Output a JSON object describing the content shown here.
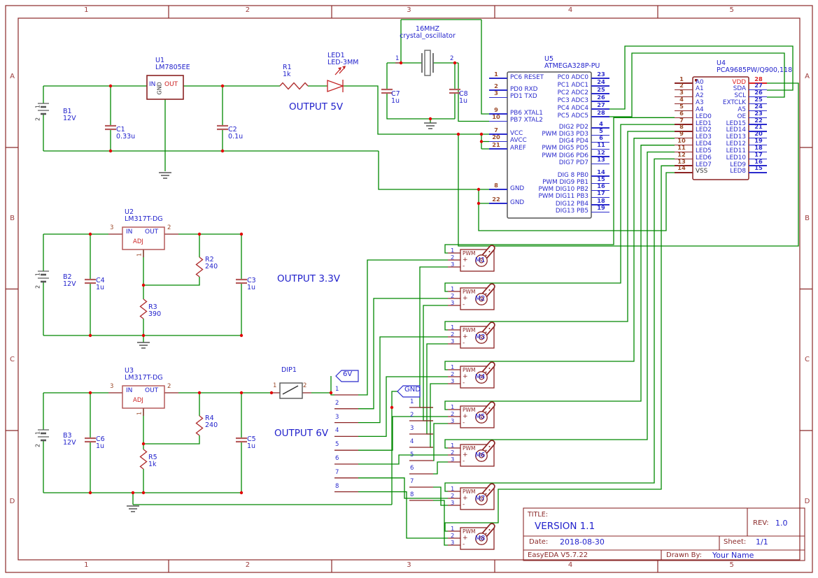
{
  "colors": {
    "wire": "#008800",
    "outline": "#8b2323",
    "label_blue": "#2222cc",
    "frame": "#8b2a2a",
    "junction": "#e00000",
    "pin_red": "#dd2222"
  },
  "border": {
    "cols": [
      "1",
      "2",
      "3",
      "4",
      "5"
    ],
    "rows": [
      "A",
      "B",
      "C",
      "D"
    ]
  },
  "reg5": {
    "ref": "U1",
    "part": "LM7805EE",
    "pin_in": "IN",
    "pin_gnd": "GND",
    "pin_out": "OUT",
    "output_label": "OUTPUT 5V",
    "bat": {
      "ref": "B1",
      "val": "12V",
      "p1": "1",
      "p2": "2"
    },
    "cin": {
      "ref": "C1",
      "val": "0.33u"
    },
    "cout": {
      "ref": "C2",
      "val": "0.1u"
    },
    "res": {
      "ref": "R1",
      "val": "1k"
    },
    "led": {
      "ref": "LED1",
      "val": "LED-3MM"
    }
  },
  "xtal": {
    "freq": "16MHZ",
    "name": "crystal_oscillator",
    "p1": "1",
    "p2": "2",
    "c1": {
      "ref": "C7",
      "val": "1u"
    },
    "c2": {
      "ref": "C8",
      "val": "1u"
    }
  },
  "u5": {
    "ref": "U5",
    "part": "ATMEGA328P-PU",
    "lg1": [
      {
        "n": "1",
        "l": "PC6 RESET"
      }
    ],
    "lg2": [
      {
        "n": "2",
        "l": "PD0 RXD"
      },
      {
        "n": "3",
        "l": "PD1 TXD"
      }
    ],
    "lg3": [
      {
        "n": "9",
        "l": "PB6 XTAL1"
      },
      {
        "n": "10",
        "l": "PB7 XTAL2"
      }
    ],
    "lg4": [
      {
        "n": "7",
        "l": "VCC"
      },
      {
        "n": "20",
        "l": "AVCC"
      },
      {
        "n": "21",
        "l": "AREF"
      }
    ],
    "lg5": [
      {
        "n": "8",
        "l": "GND"
      }
    ],
    "lg6": [
      {
        "n": "22",
        "l": "GND"
      }
    ],
    "rg1": [
      {
        "l": "PC0 ADC0",
        "n": "23"
      },
      {
        "l": "PC1 ADC1",
        "n": "24"
      },
      {
        "l": "PC2 ADC2",
        "n": "25"
      },
      {
        "l": "PC3 ADC3",
        "n": "26"
      },
      {
        "l": "PC4 ADC4",
        "n": "27"
      },
      {
        "l": "PC5 ADC5",
        "n": "28"
      }
    ],
    "rg2": [
      {
        "l": "DIG2 PD2",
        "n": "4"
      },
      {
        "l": "PWM DIG3 PD3",
        "n": "5"
      },
      {
        "l": "DIG4 PD4",
        "n": "6"
      },
      {
        "l": "PWM DIG5 PD5",
        "n": "11"
      },
      {
        "l": "PWM DIG6 PD6",
        "n": "12"
      },
      {
        "l": "DIG7 PD7",
        "n": "13"
      }
    ],
    "rg3": [
      {
        "l": "DIG 8 PB0",
        "n": "14"
      },
      {
        "l": "PWM DIG9 PB1",
        "n": "15"
      },
      {
        "l": "PWM DIG10 PB2",
        "n": "16"
      },
      {
        "l": "PWM DIG11 PB3",
        "n": "17"
      },
      {
        "l": "DIG12 PB4",
        "n": "18"
      },
      {
        "l": "DIG13 PB5",
        "n": "19"
      }
    ]
  },
  "u4": {
    "ref": "U4",
    "part": "PCA9685PW/Q900,118",
    "left": [
      {
        "n": "1",
        "l": "A0"
      },
      {
        "n": "2",
        "l": "A1"
      },
      {
        "n": "3",
        "l": "A2"
      },
      {
        "n": "4",
        "l": "A3"
      },
      {
        "n": "5",
        "l": "A4"
      },
      {
        "n": "6",
        "l": "LED0"
      },
      {
        "n": "7",
        "l": "LED1"
      },
      {
        "n": "8",
        "l": "LED2"
      },
      {
        "n": "9",
        "l": "LED3"
      },
      {
        "n": "10",
        "l": "LED4"
      },
      {
        "n": "11",
        "l": "LED5"
      },
      {
        "n": "12",
        "l": "LED6"
      },
      {
        "n": "13",
        "l": "LED7"
      },
      {
        "n": "14",
        "l": "VSS"
      }
    ],
    "right": [
      {
        "l": "VDD",
        "n": "28"
      },
      {
        "l": "SDA",
        "n": "27"
      },
      {
        "l": "SCL",
        "n": "26"
      },
      {
        "l": "EXTCLK",
        "n": "25"
      },
      {
        "l": "A5",
        "n": "24"
      },
      {
        "l": "OE",
        "n": "23"
      },
      {
        "l": "LED15",
        "n": "22"
      },
      {
        "l": "LED14",
        "n": "21"
      },
      {
        "l": "LED13",
        "n": "20"
      },
      {
        "l": "LED12",
        "n": "19"
      },
      {
        "l": "LED11",
        "n": "18"
      },
      {
        "l": "LED10",
        "n": "17"
      },
      {
        "l": "LED9",
        "n": "16"
      },
      {
        "l": "LED8",
        "n": "15"
      }
    ]
  },
  "reg33": {
    "ref": "U2",
    "part": "LM317T-DG",
    "pin_in": "IN",
    "pin_out": "OUT",
    "pin_adj": "ADJ",
    "n_in": "3",
    "n_out": "2",
    "n_adj": "1",
    "output_label": "OUTPUT 3.3V",
    "bat": {
      "ref": "B2",
      "val": "12V",
      "p1": "1",
      "p2": "2"
    },
    "cin": {
      "ref": "C4",
      "val": "1u"
    },
    "cout": {
      "ref": "C3",
      "val": "1u"
    },
    "r_top": {
      "ref": "R2",
      "val": "240"
    },
    "r_bot": {
      "ref": "R3",
      "val": "390"
    }
  },
  "reg6": {
    "ref": "U3",
    "part": "LM317T-DG",
    "pin_in": "IN",
    "pin_out": "OUT",
    "pin_adj": "ADJ",
    "n_in": "3",
    "n_out": "2",
    "n_adj": "1",
    "output_label": "OUTPUT 6V",
    "bat": {
      "ref": "B3",
      "val": "12V",
      "p1": "1",
      "p2": "2"
    },
    "cin": {
      "ref": "C6",
      "val": "1u"
    },
    "cout": {
      "ref": "C5",
      "val": "1u"
    },
    "r_top": {
      "ref": "R4",
      "val": "240"
    },
    "r_bot": {
      "ref": "R5",
      "val": "1k"
    }
  },
  "dip": {
    "ref": "DIP1",
    "p1": "1",
    "p2": "2"
  },
  "flags": {
    "v6": "6V",
    "gnd": "GND"
  },
  "bus_left": [
    "1",
    "2",
    "3",
    "4",
    "5",
    "6",
    "7",
    "8"
  ],
  "bus_right": [
    "1",
    "2",
    "3",
    "4",
    "5",
    "6",
    "7",
    "8"
  ],
  "motor_labels": {
    "p1": "1",
    "p2": "2",
    "p3": "3",
    "pwm": "PWM",
    "plus": "+",
    "minus": "-"
  },
  "motor_refs": [
    "M1",
    "M2",
    "M3",
    "M4",
    "M5",
    "M6",
    "M7",
    "M8"
  ],
  "title_block": {
    "title_label": "TITLE:",
    "title": "VERSION 1.1",
    "rev_label": "REV:",
    "rev": "1.0",
    "date_label": "Date:",
    "date": "2018-08-30",
    "sheet_label": "Sheet:",
    "sheet": "1/1",
    "tool": "EasyEDA V5.7.22",
    "drawn_label": "Drawn By:",
    "drawn": "Your Name"
  }
}
